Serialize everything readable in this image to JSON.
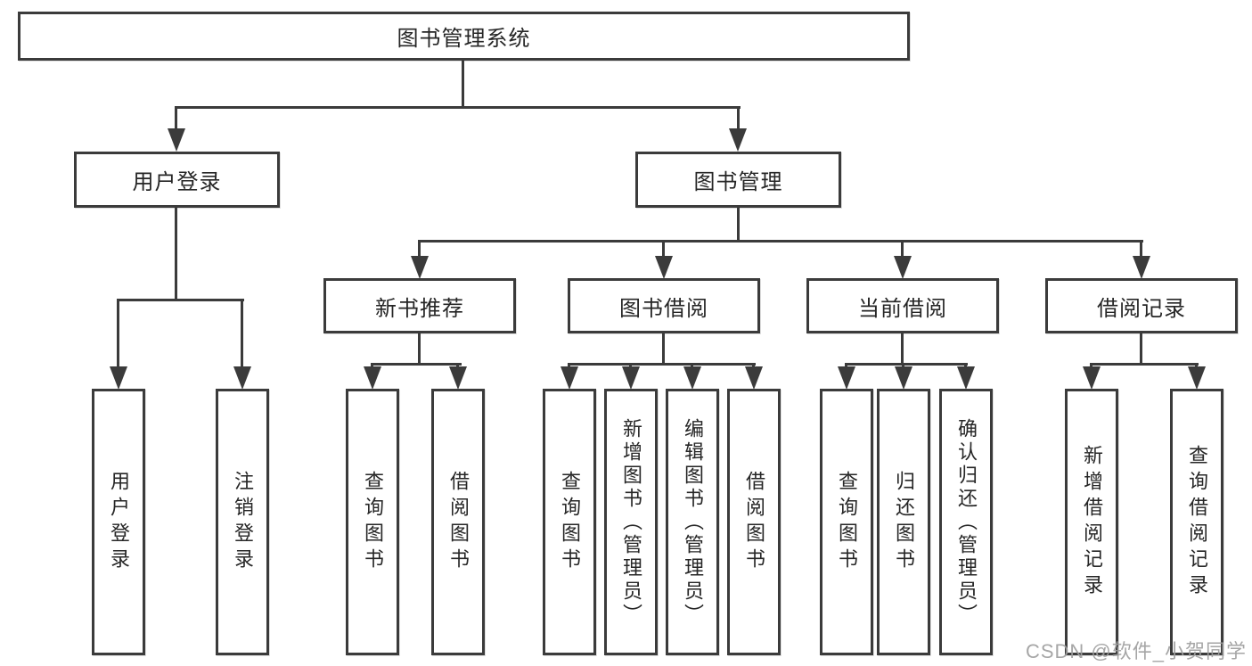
{
  "tree": {
    "label": "图书管理系统",
    "children": [
      {
        "label": "用户登录",
        "children": [
          {
            "label": "用户登录"
          },
          {
            "label": "注销登录"
          }
        ]
      },
      {
        "label": "图书管理",
        "children": [
          {
            "label": "新书推荐",
            "children": [
              {
                "label": "查询图书"
              },
              {
                "label": "借阅图书"
              }
            ]
          },
          {
            "label": "图书借阅",
            "children": [
              {
                "label": "查询图书"
              },
              {
                "label": "新增图书（管理员）"
              },
              {
                "label": "编辑图书（管理员）"
              },
              {
                "label": "借阅图书"
              }
            ]
          },
          {
            "label": "当前借阅",
            "children": [
              {
                "label": "查询图书"
              },
              {
                "label": "归还图书"
              },
              {
                "label": "确认归还（管理员）"
              }
            ]
          },
          {
            "label": "借阅记录",
            "children": [
              {
                "label": "新增借阅记录"
              },
              {
                "label": "查询借阅记录"
              }
            ]
          }
        ]
      }
    ]
  },
  "colors": {
    "line": "#3b3b3b",
    "text": "#262626",
    "watermark": "#9e9e9e",
    "background": "#ffffff"
  },
  "watermark": {
    "text": "CSDN @软件_小贺同学"
  }
}
